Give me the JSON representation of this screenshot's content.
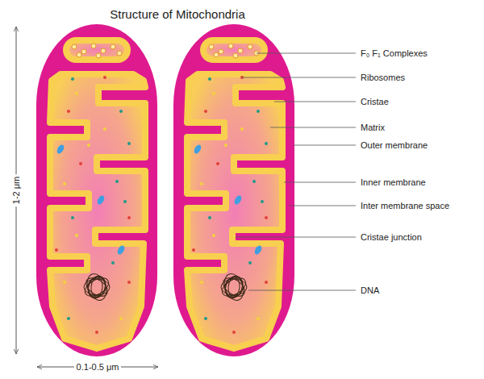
{
  "diagram": {
    "title": "Structure of Mitochondria",
    "labels": [
      "F₀ F₁ Complexes",
      "Ribosomes",
      "Cristae",
      "Matrix",
      "Outer membrane",
      "Inner membrane",
      "Inter membrane space",
      "Cristae junction",
      "DNA",
      "1-2 μm",
      "0.1-0.5 μm"
    ]
  }
}
